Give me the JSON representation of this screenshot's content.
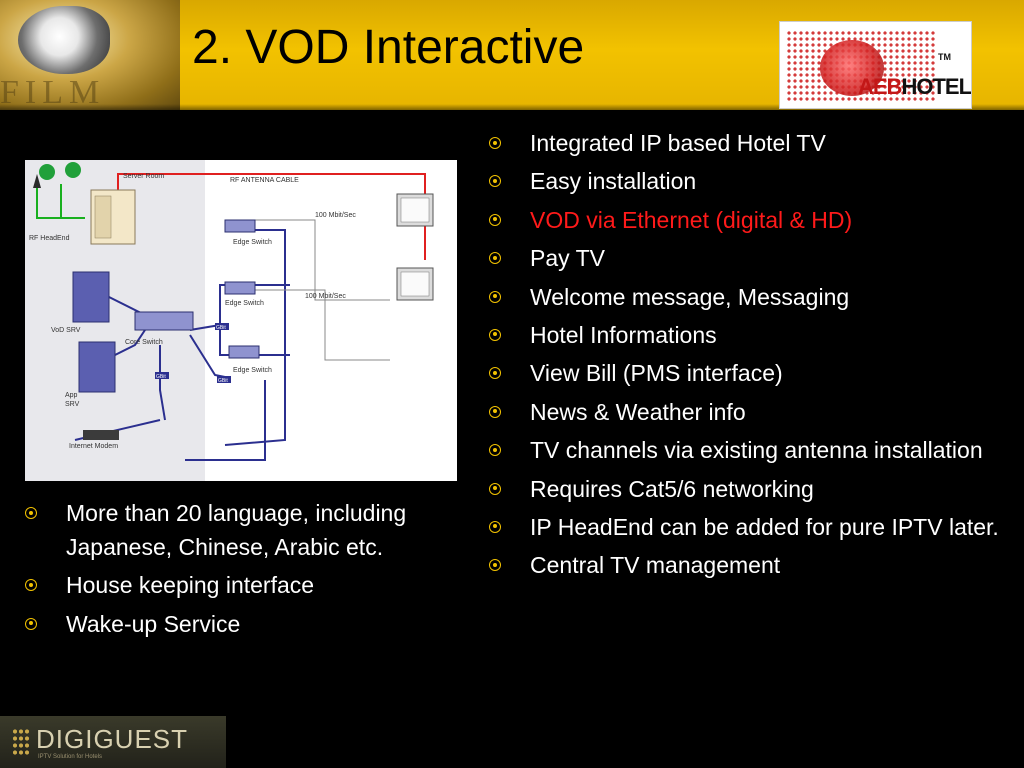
{
  "slide": {
    "title": "2. VOD Interactive",
    "header_bg_text": "FILM"
  },
  "logo": {
    "brand_prefix": "AEB",
    "brand_suffix": "HOTEL TV",
    "tm": "TM"
  },
  "diagram": {
    "labels": {
      "server_room": "Server Room",
      "rf_antenna_cable": "RF ANTENNA CABLE",
      "rf_headend": "RF HeadEnd",
      "edge_switch_1": "Edge Switch",
      "edge_switch_2": "Edge Switch",
      "edge_switch_3": "Edge Switch",
      "speed_1": "100 Mbit/Sec",
      "speed_2": "100 Mbit/Sec",
      "vod_srv": "VoD SRV",
      "core_switch": "Core Switch",
      "app_srv_1": "App",
      "app_srv_2": "SRV",
      "gbit_1": "GBit",
      "gbit_2": "GBit",
      "gbit_3": "GBit",
      "internet_modem": "Internet Modem"
    }
  },
  "right_list": [
    {
      "text": "Integrated IP based Hotel TV",
      "highlight": false
    },
    {
      "text": "Easy installation",
      "highlight": false
    },
    {
      "text": "VOD via Ethernet (digital & HD)",
      "highlight": true
    },
    {
      "text": "Pay TV",
      "highlight": false
    },
    {
      "text": "Welcome message, Messaging",
      "highlight": false
    },
    {
      "text": "Hotel Informations",
      "highlight": false
    },
    {
      "text": "View Bill (PMS interface)",
      "highlight": false
    },
    {
      "text": "News & Weather info",
      "highlight": false
    },
    {
      "text": "TV channels via existing antenna installation",
      "highlight": false
    },
    {
      "text": "Requires Cat5/6 networking",
      "highlight": false
    },
    {
      "text": "IP HeadEnd can be added for pure IPTV later.",
      "highlight": false
    },
    {
      "text": "Central TV management",
      "highlight": false
    }
  ],
  "left_list": [
    {
      "text": "More than 20 language, including Japanese, Chinese, Arabic etc."
    },
    {
      "text": "House keeping interface"
    },
    {
      "text": "Wake-up Service"
    }
  ],
  "footer": {
    "brand": "DIGIGUEST",
    "tagline": "IPTV Solution for Hotels"
  },
  "colors": {
    "header": "#f2c200",
    "bullet": "#f2c200",
    "highlight": "#ff1a1a",
    "cable_red": "#e02020",
    "cable_blue": "#2b2f8f",
    "cable_green": "#19b01f"
  }
}
